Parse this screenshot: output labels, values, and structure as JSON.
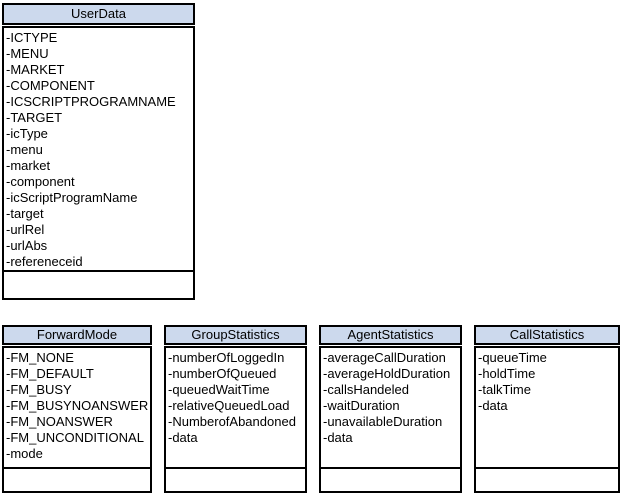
{
  "diagram": {
    "type": "uml-class-diagram",
    "colors": {
      "header_fill": "#ccd9ed",
      "border": "#000000",
      "background": "#ffffff",
      "text": "#000000"
    },
    "classes": [
      {
        "name": "UserData",
        "attributes": [
          "-ICTYPE",
          "-MENU",
          "-MARKET",
          "-COMPONENT",
          "-ICSCRIPTPROGRAMNAME",
          "-TARGET",
          "-icType",
          "-menu",
          "-market",
          "-component",
          "-icScriptProgramName",
          "-target",
          "-urlRel",
          "-urlAbs",
          "-refereneceid"
        ],
        "methods": []
      },
      {
        "name": "ForwardMode",
        "attributes": [
          "-FM_NONE",
          "-FM_DEFAULT",
          "-FM_BUSY",
          "-FM_BUSYNOANSWER",
          "-FM_NOANSWER",
          "-FM_UNCONDITIONAL",
          "-mode"
        ],
        "methods": []
      },
      {
        "name": "GroupStatistics",
        "attributes": [
          "-numberOfLoggedIn",
          "-numberOfQueued",
          "-queuedWaitTime",
          "-relativeQueuedLoad",
          "-NumberofAbandoned",
          "-data"
        ],
        "methods": []
      },
      {
        "name": "AgentStatistics",
        "attributes": [
          "-averageCallDuration",
          "-averageHoldDuration",
          "-callsHandeled",
          "-waitDuration",
          "-unavailableDuration",
          "-data"
        ],
        "methods": []
      },
      {
        "name": "CallStatistics",
        "attributes": [
          "-queueTime",
          "-holdTime",
          "-talkTime",
          "-data"
        ],
        "methods": []
      }
    ]
  }
}
